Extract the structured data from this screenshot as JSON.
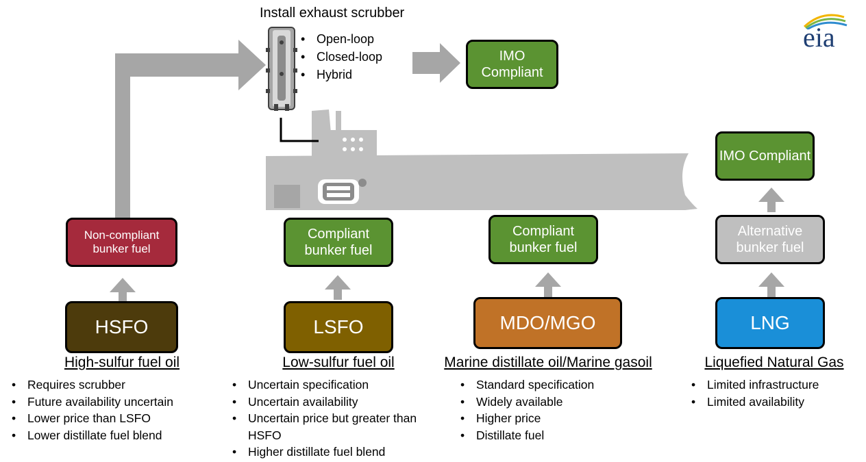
{
  "scrubber_title": "Install exhaust scrubber",
  "scrubber_types": [
    "Open-loop",
    "Closed-loop",
    "Hybrid"
  ],
  "logo_text": "eia",
  "scrubber_outcome": "IMO Compliant",
  "lng_outcome": "IMO Compliant",
  "colors": {
    "arrow": "#a6a6a6",
    "ship": "#bfbfbf",
    "hsfo": "#4d3b0c",
    "lsfo": "#7f6000",
    "mdo": "#c07227",
    "lng": "#1a8fd8",
    "compliant": "#5b9332",
    "noncompliant": "#a52a3c",
    "alternative": "#bfbfbf"
  },
  "columns": [
    {
      "fuel": "HSFO",
      "title": "High-sulfur fuel oil",
      "intermediate": "Non-compliant bunker fuel",
      "bullets": [
        "Requires scrubber",
        "Future availability uncertain",
        "Lower price than LSFO",
        "Lower distillate fuel blend"
      ]
    },
    {
      "fuel": "LSFO",
      "title": "Low-sulfur fuel oil",
      "intermediate": "Compliant bunker fuel",
      "bullets": [
        "Uncertain specification",
        "Uncertain availability",
        "Uncertain price but greater than HSFO",
        "Higher distillate fuel blend"
      ]
    },
    {
      "fuel": "MDO/MGO",
      "title": "Marine distillate oil/Marine gasoil",
      "intermediate": "Compliant bunker fuel",
      "bullets": [
        "Standard specification",
        "Widely available",
        "Higher price",
        "Distillate fuel"
      ]
    },
    {
      "fuel": "LNG",
      "title": "Liquefied Natural Gas",
      "intermediate": "Alternative bunker fuel",
      "bullets": [
        "Limited infrastructure",
        "Limited availability"
      ]
    }
  ]
}
